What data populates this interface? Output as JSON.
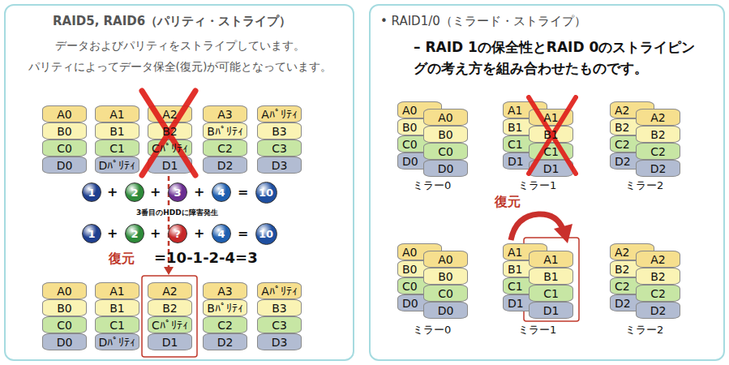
{
  "diagram": {
    "nodes": [
      {
        "text": [
          "RAID5, RAID6（パリティ・ストライプ）",
          "データおよびパリティをストライプしています。 パリティによってデータ保全(復元)が可能となっています。"
        ]
      },
      {
        "text": [
          "• RAID1/0（ミラード・ストライプ）",
          "– RAID 1の保全性とRAID 0のストライピングの考え方を組み合わせたものです。"
        ]
      },
      {
        "text": [
          "A0"
        ],
        "in": 0
      },
      {
        "text": [
          "B0"
        ],
        "in": 0
      },
      {
        "text": [
          "C0"
        ],
        "in": 0
      },
      {
        "text": [
          "D0"
        ],
        "in": 0
      },
      {
        "text": [
          "A1"
        ],
        "in": 0
      },
      {
        "text": [
          "B1"
        ],
        "in": 0
      },
      {
        "text": [
          "C1"
        ],
        "in": 0
      },
      {
        "text": [
          "Dﾊﾟﾘﾃｨ"
        ],
        "in": 0
      },
      {
        "text": [
          "A2"
        ],
        "in": 0
      },
      {
        "text": [
          "B2"
        ],
        "in": 0
      },
      {
        "text": [
          "Cﾊﾟﾘﾃｨ"
        ],
        "in": 0
      },
      {
        "text": [
          "D1"
        ],
        "in": 0
      },
      {
        "text": [
          "A3"
        ],
        "in": 0
      },
      {
        "text": [
          "Bﾊﾟﾘﾃｨ"
        ],
        "in": 0
      },
      {
        "text": [
          "C2"
        ],
        "in": 0
      },
      {
        "text": [
          "D2"
        ],
        "in": 0
      },
      {
        "text": [
          "Aﾊﾟﾘﾃｨ"
        ],
        "in": 0
      },
      {
        "text": [
          "B3"
        ],
        "in": 0
      },
      {
        "text": [
          "C3"
        ],
        "in": 0
      },
      {
        "text": [
          "D3"
        ],
        "in": 0
      },
      {
        "text": [
          "1"
        ],
        "in": 0
      },
      {
        "text": [
          "2"
        ],
        "in": 0
      },
      {
        "text": [
          "3"
        ],
        "in": 0
      },
      {
        "text": [
          "4"
        ],
        "in": 0
      },
      {
        "text": [
          "10"
        ],
        "in": 0
      },
      {
        "text": [
          "1"
        ],
        "in": 0
      },
      {
        "text": [
          "2"
        ],
        "in": 0
      },
      {
        "text": [
          "?"
        ],
        "in": 0
      },
      {
        "text": [
          "4"
        ],
        "in": 0
      },
      {
        "text": [
          "10"
        ],
        "in": 0
      },
      {
        "text": [
          "A0"
        ],
        "in": 0
      },
      {
        "text": [
          "B0"
        ],
        "in": 0
      },
      {
        "text": [
          "C0"
        ],
        "in": 0
      },
      {
        "text": [
          "D0"
        ],
        "in": 0
      },
      {
        "text": [
          "A1"
        ],
        "in": 0
      },
      {
        "text": [
          "B1"
        ],
        "in": 0
      },
      {
        "text": [
          "C1"
        ],
        "in": 0
      },
      {
        "text": [
          "Dﾊﾟﾘﾃｨ"
        ],
        "in": 0
      },
      {
        "text": [
          "A2"
        ],
        "in": 0
      },
      {
        "text": [
          "B2"
        ],
        "in": 0
      },
      {
        "text": [
          "Cﾊﾟﾘﾃｨ"
        ],
        "in": 0
      },
      {
        "text": [
          "D1"
        ],
        "in": 0
      },
      {
        "text": [
          "A3"
        ],
        "in": 0
      },
      {
        "text": [
          "Bﾊﾟﾘﾃｨ"
        ],
        "in": 0
      },
      {
        "text": [
          "C2"
        ],
        "in": 0
      },
      {
        "text": [
          "D2"
        ],
        "in": 0
      },
      {
        "text": [
          "Aﾊﾟﾘﾃｨ"
        ],
        "in": 0
      },
      {
        "text": [
          "B3"
        ],
        "in": 0
      },
      {
        "text": [
          "C3"
        ],
        "in": 0
      },
      {
        "text": [
          "D3"
        ],
        "in": 0
      },
      {
        "text": [
          "A0"
        ],
        "in": 1
      },
      {
        "text": [
          "B0"
        ],
        "in": 1
      },
      {
        "text": [
          "C0"
        ],
        "in": 1
      },
      {
        "text": [
          "D0"
        ],
        "in": 1
      },
      {
        "text": [
          "A0"
        ],
        "in": 1
      },
      {
        "text": [
          "B0"
        ],
        "in": 1
      },
      {
        "text": [
          "C0"
        ],
        "in": 1
      },
      {
        "text": [
          "D0"
        ],
        "in": 1
      },
      {
        "text": [
          "A1"
        ],
        "in": 1
      },
      {
        "text": [
          "B1"
        ],
        "in": 1
      },
      {
        "text": [
          "C1"
        ],
        "in": 1
      },
      {
        "text": [
          "D1"
        ],
        "in": 1
      },
      {
        "text": [
          "A1"
        ],
        "in": 1
      },
      {
        "text": [
          "B1"
        ],
        "in": 1
      },
      {
        "text": [
          "C1"
        ],
        "in": 1
      },
      {
        "text": [
          "D1"
        ],
        "in": 1
      },
      {
        "text": [
          "A2"
        ],
        "in": 1
      },
      {
        "text": [
          "B2"
        ],
        "in": 1
      },
      {
        "text": [
          "C2"
        ],
        "in": 1
      },
      {
        "text": [
          "D2"
        ],
        "in": 1
      },
      {
        "text": [
          "A2"
        ],
        "in": 1
      },
      {
        "text": [
          "B2"
        ],
        "in": 1
      },
      {
        "text": [
          "C2"
        ],
        "in": 1
      },
      {
        "text": [
          "D2"
        ],
        "in": 1
      },
      {
        "text": [
          "A0"
        ],
        "in": 1
      },
      {
        "text": [
          "B0"
        ],
        "in": 1
      },
      {
        "text": [
          "C0"
        ],
        "in": 1
      },
      {
        "text": [
          "D0"
        ],
        "in": 1
      },
      {
        "text": [
          "A0"
        ],
        "in": 1
      },
      {
        "text": [
          "B0"
        ],
        "in": 1
      },
      {
        "text": [
          "C0"
        ],
        "in": 1
      },
      {
        "text": [
          "D0"
        ],
        "in": 1
      },
      {
        "text": [
          "A1"
        ],
        "in": 1
      },
      {
        "text": [
          "B1"
        ],
        "in": 1
      },
      {
        "text": [
          "C1"
        ],
        "in": 1
      },
      {
        "text": [
          "D1"
        ],
        "in": 1
      },
      {
        "text": [
          "A1"
        ],
        "in": 1
      },
      {
        "text": [
          "B1"
        ],
        "in": 1
      },
      {
        "text": [
          "C1"
        ],
        "in": 1
      },
      {
        "text": [
          "D1"
        ],
        "in": 1
      },
      {
        "text": [
          "A2"
        ],
        "in": 1
      },
      {
        "text": [
          "B2"
        ],
        "in": 1
      },
      {
        "text": [
          "C2"
        ],
        "in": 1
      },
      {
        "text": [
          "D2"
        ],
        "in": 1
      },
      {
        "text": [
          "A2"
        ],
        "in": 1
      },
      {
        "text": [
          "B2"
        ],
        "in": 1
      },
      {
        "text": [
          "C2"
        ],
        "in": 1
      },
      {
        "text": [
          "D2"
        ],
        "in": 1
      }
    ],
    "labels": [
      "+",
      "+",
      "+",
      "=",
      "3番目のHDDに障害発生",
      "+",
      "+",
      "+",
      "=",
      "復元",
      "=10-1-2-4=3",
      "ミラー0",
      "ミラー1",
      "ミラー2",
      "復元",
      "ミラー0",
      "ミラー1",
      "ミラー2"
    ]
  }
}
